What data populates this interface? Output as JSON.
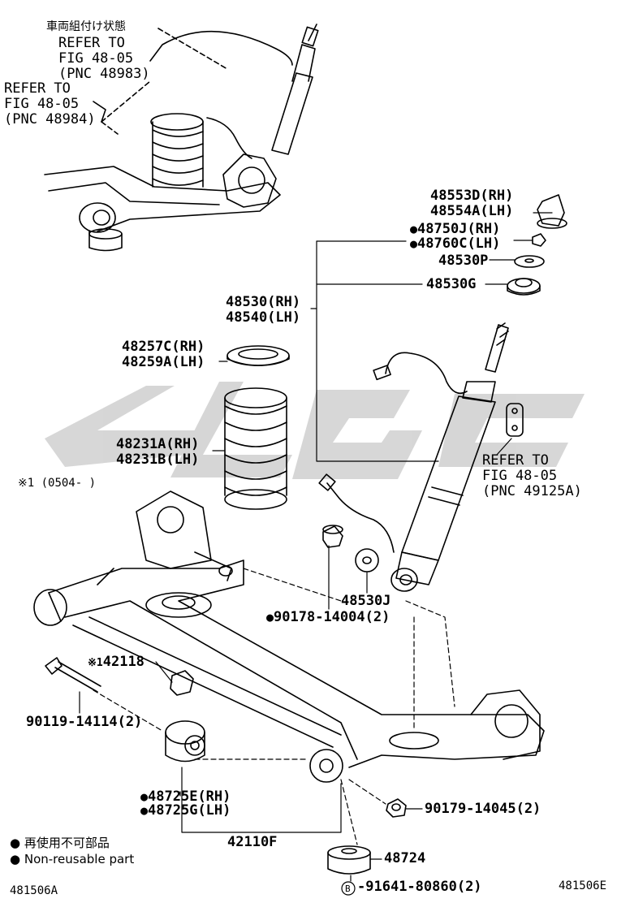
{
  "inset_title": "車両組付け状態",
  "labels": {
    "ref_48983_l1": "REFER TO",
    "ref_48983_l2": "FIG 48-05",
    "ref_48983_l3": "(PNC 48983)",
    "ref_48984_l1": "REFER TO",
    "ref_48984_l2": "FIG 48-05",
    "ref_48984_l3": "(PNC 48984)",
    "p48553d": "48553D(RH)",
    "p48554a": "48554A(LH)",
    "p48750j": "48750J(RH)",
    "p48760c": "48760C(LH)",
    "p48530p": "48530P",
    "p48530g": "48530G",
    "p48530": "48530(RH)",
    "p48540": "48540(LH)",
    "p48257c": "48257C(RH)",
    "p48259a": "48259A(LH)",
    "p48231a": "48231A(RH)",
    "p48231b": "48231B(LH)",
    "date_note": "※1  (0504-    )",
    "ref_49125_l1": "REFER TO",
    "ref_49125_l2": "FIG 48-05",
    "ref_49125_l3": "(PNC 49125A)",
    "p48530j": "48530J",
    "p90178": "90178-14004(2)",
    "p42118_mark": "※1",
    "p42118": "42118",
    "p90119": "90119-14114(2)",
    "p48725e": "48725E(RH)",
    "p48725g": "48725G(LH)",
    "p90179": "90179-14045(2)",
    "p42110f": "42110F",
    "p48724": "48724",
    "p91641": "91641-80860(2)",
    "b_mark": "B"
  },
  "legend": {
    "jp": "再使用不可部品",
    "en": "Non-reusable part"
  },
  "footer": {
    "left": "481506A",
    "right": "481506E"
  },
  "watermark_color": "#d0d0d0"
}
